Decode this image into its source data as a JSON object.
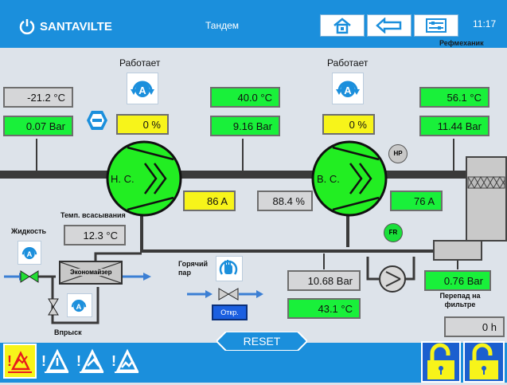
{
  "header": {
    "brand": "SANTAVILTE",
    "title": "Тандем",
    "clock": "11:17",
    "refmech_label": "Рефмеханик",
    "nav_icons": [
      "home-icon",
      "back-arrow-icon",
      "settings-sliders-icon"
    ]
  },
  "compressor1": {
    "status": "Работает",
    "name": "H. C.",
    "capacity": "0 %",
    "current": "86 A",
    "suction_temp": "-21.2 °C",
    "suction_pressure": "0.07 Bar",
    "discharge_temp": "40.0 °C",
    "discharge_pressure": "9.16 Bar"
  },
  "compressor2": {
    "status": "Работает",
    "name": "B. C.",
    "capacity": "0 %",
    "current": "76 A",
    "discharge_temp": "56.1 °C",
    "discharge_pressure": "11.44 Bar"
  },
  "mid_value": "88.4 %",
  "hp_label": "HP",
  "fr_label": "FR",
  "economizer": {
    "liquid_label": "Жидкость",
    "suction_temp_label": "Темп. всасывания",
    "suction_temp": "12.3 °C",
    "name": "Экономайзер",
    "injection_label": "Впрыск"
  },
  "hot_gas": {
    "label": "Горячий пар",
    "button": "Откр."
  },
  "oil": {
    "pressure": "10.68 Bar",
    "temp": "43.1 °C",
    "filter_diff": "0.76 Bar",
    "filter_label": "Перепад на фильтре",
    "hours": "0 h"
  },
  "footer": {
    "reset": "RESET",
    "tab_icons": [
      "alarm-active-icon",
      "warning-icon-1",
      "warning-icon-2",
      "warning-icon-3"
    ],
    "lock_icons": [
      "lock-open-icon-1",
      "lock-open-icon-2"
    ]
  },
  "colors": {
    "header_blue": "#1b8fdc",
    "value_green": "#19f03a",
    "value_yellow": "#f7f41a",
    "value_grey": "#d5d6d8",
    "compressor_green": "#22ee22"
  }
}
